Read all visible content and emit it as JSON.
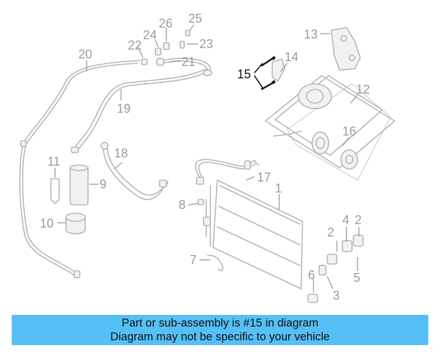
{
  "callouts": {
    "c1": "1",
    "c2a": "2",
    "c2b": "2",
    "c3": "3",
    "c4": "4",
    "c5": "5",
    "c6": "6",
    "c7": "7",
    "c8": "8",
    "c9": "9",
    "c10": "10",
    "c11": "11",
    "c12": "12",
    "c13": "13",
    "c14": "14",
    "c15": "15",
    "c16": "16",
    "c17": "17",
    "c18": "18",
    "c19": "19",
    "c20": "20",
    "c21": "21",
    "c22": "22",
    "c23": "23",
    "c24": "24",
    "c25": "25",
    "c26": "26"
  },
  "highlighted_part": "15",
  "colors": {
    "banner": "#56c0f6",
    "highlight": "#111111",
    "part_line": "#b5b5b5"
  },
  "banner": {
    "line1": "Part or sub-assembly is #15 in diagram",
    "line2": "Diagram may not be specific to your vehicle"
  }
}
